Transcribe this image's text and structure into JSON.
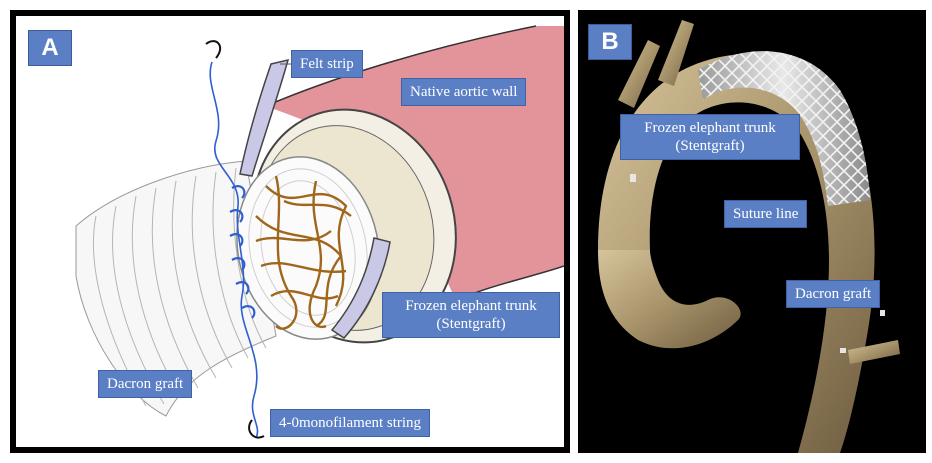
{
  "panel_a": {
    "letter": "A",
    "labels": {
      "felt_strip": "Felt strip",
      "native_aortic_wall": "Native aortic wall",
      "frozen_elephant_trunk_line1": "Frozen elephant trunk",
      "frozen_elephant_trunk_line2": "(Stentgraft)",
      "dacron_graft": "Dacron graft",
      "monofilament_string": "4-0monofilament string"
    }
  },
  "panel_b": {
    "letter": "B",
    "labels": {
      "frozen_elephant_trunk_line1": "Frozen elephant trunk",
      "frozen_elephant_trunk_line2": "(Stentgraft)",
      "suture_line": "Suture line",
      "dacron_graft": "Dacron graft"
    }
  },
  "colors": {
    "label_blue": "#5b7fc4",
    "aortic_wall": "#d96f78",
    "felt_strip": "#c9c8e6",
    "suture_blue": "#2f5fd0",
    "stent_wire": "#a0671c",
    "ct_tissue": "#b4a27e"
  }
}
